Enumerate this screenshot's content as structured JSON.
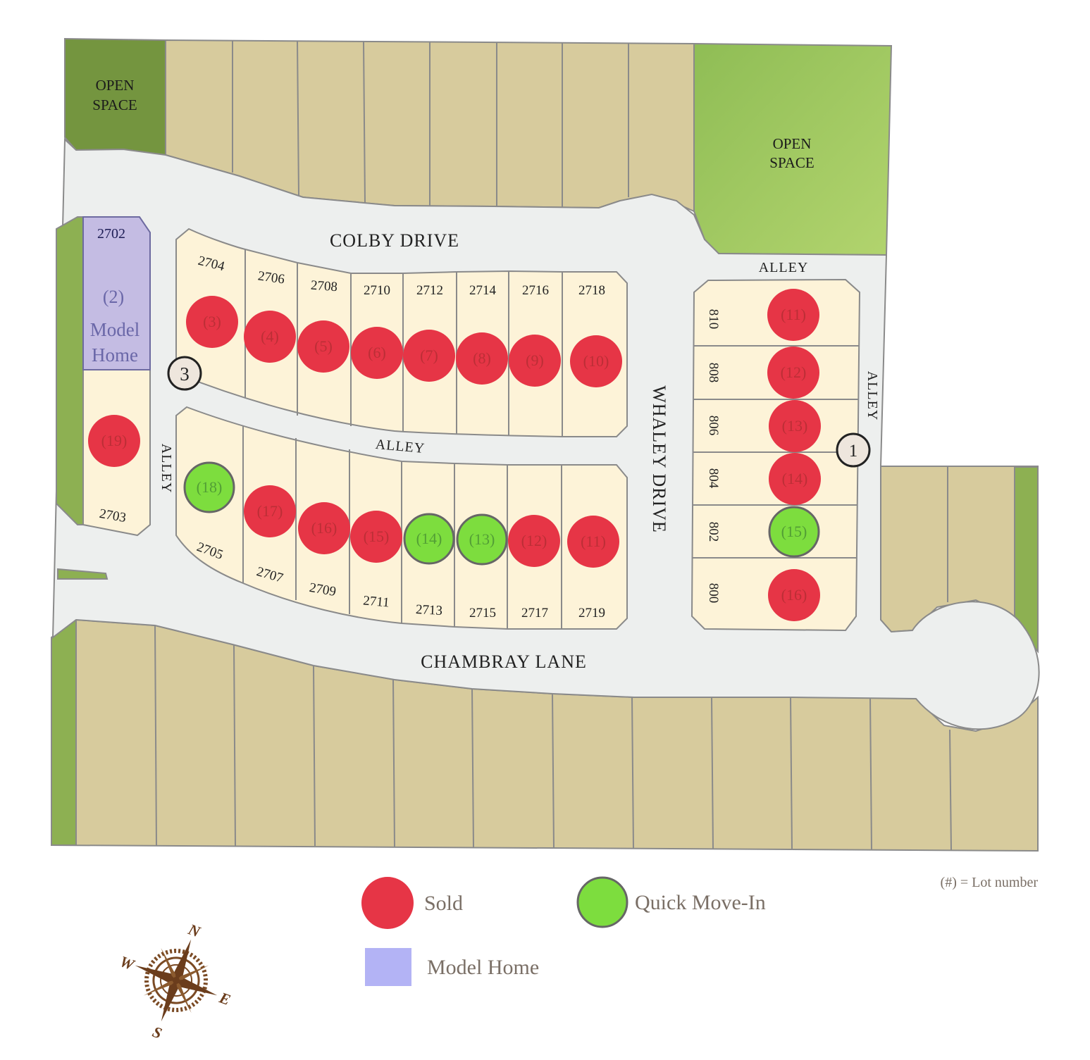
{
  "streets": {
    "colby": "COLBY DRIVE",
    "chambray": "CHAMBRAY LANE",
    "whaley": "WHALEY DRIVE",
    "alley": "ALLEY"
  },
  "open_space": {
    "line1": "OPEN",
    "line2": "SPACE"
  },
  "model_home": {
    "address": "2702",
    "lot": "(2)",
    "line1": "Model",
    "line2": "Home"
  },
  "markers": [
    "3",
    "1"
  ],
  "top_row": {
    "addresses": [
      "2704",
      "2706",
      "2708",
      "2710",
      "2712",
      "2714",
      "2716",
      "2718"
    ],
    "lots": [
      {
        "num": "(3)",
        "status": "sold"
      },
      {
        "num": "(4)",
        "status": "sold"
      },
      {
        "num": "(5)",
        "status": "sold"
      },
      {
        "num": "(6)",
        "status": "sold"
      },
      {
        "num": "(7)",
        "status": "sold"
      },
      {
        "num": "(8)",
        "status": "sold"
      },
      {
        "num": "(9)",
        "status": "sold"
      },
      {
        "num": "(10)",
        "status": "sold"
      }
    ]
  },
  "bottom_row": {
    "addresses": [
      "2705",
      "2707",
      "2709",
      "2711",
      "2713",
      "2715",
      "2717",
      "2719"
    ],
    "lots": [
      {
        "num": "(18)",
        "status": "quick"
      },
      {
        "num": "(17)",
        "status": "sold"
      },
      {
        "num": "(16)",
        "status": "sold"
      },
      {
        "num": "(15)",
        "status": "sold"
      },
      {
        "num": "(14)",
        "status": "quick"
      },
      {
        "num": "(13)",
        "status": "quick"
      },
      {
        "num": "(12)",
        "status": "sold"
      },
      {
        "num": "(11)",
        "status": "sold"
      }
    ]
  },
  "west_lot": {
    "address": "2703",
    "num": "(19)",
    "status": "sold"
  },
  "east_column": {
    "addresses": [
      "810",
      "808",
      "806",
      "804",
      "802",
      "800"
    ],
    "lots": [
      {
        "num": "(11)",
        "status": "sold"
      },
      {
        "num": "(12)",
        "status": "sold"
      },
      {
        "num": "(13)",
        "status": "sold"
      },
      {
        "num": "(14)",
        "status": "sold"
      },
      {
        "num": "(15)",
        "status": "quick"
      },
      {
        "num": "(16)",
        "status": "sold"
      }
    ]
  },
  "legend": {
    "sold": "Sold",
    "quick": "Quick Move-In",
    "model": "Model Home",
    "note": "(#) = Lot number"
  },
  "compass": {
    "n": "N",
    "e": "E",
    "s": "S",
    "w": "W"
  },
  "colors": {
    "sold": "#e63546",
    "quick": "#7ddd3e",
    "model": "#b3b3f5"
  }
}
